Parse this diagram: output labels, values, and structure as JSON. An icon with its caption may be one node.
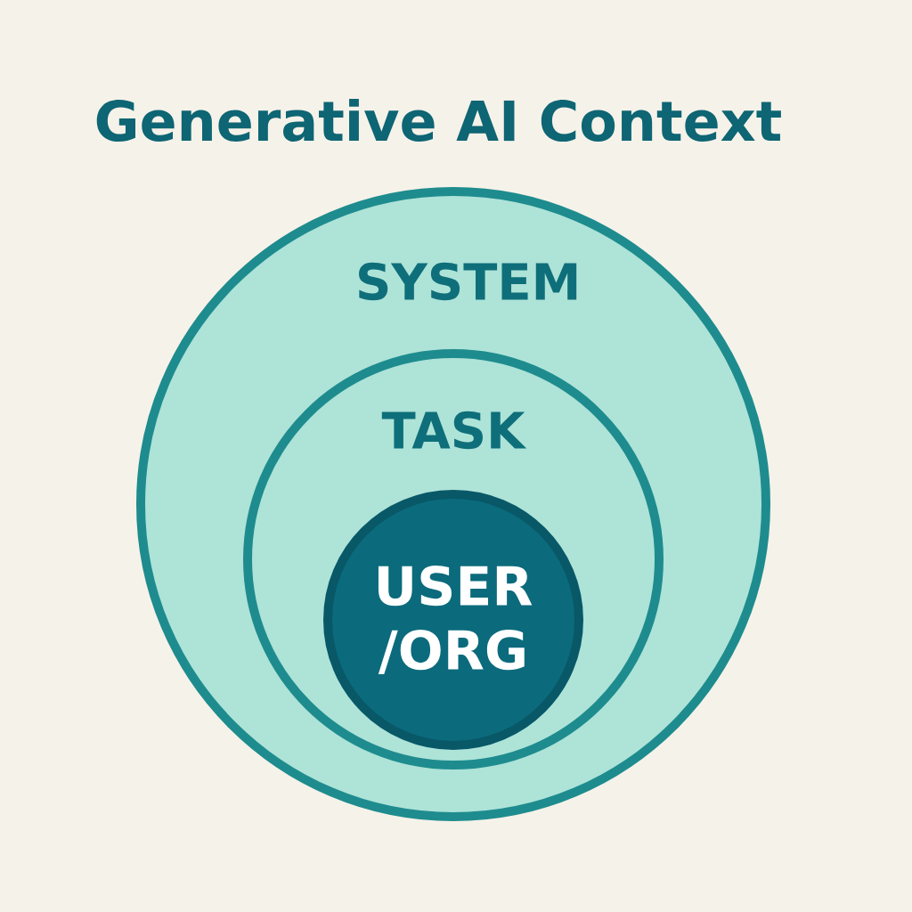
{
  "diagram": {
    "title": "Generative AI Context",
    "nodes": [
      {
        "text": [
          "SYSTEM"
        ]
      },
      {
        "text": [
          "TASK"
        ],
        "in": 0
      },
      {
        "text": [
          "USER /ORG"
        ],
        "in": 1
      }
    ]
  }
}
